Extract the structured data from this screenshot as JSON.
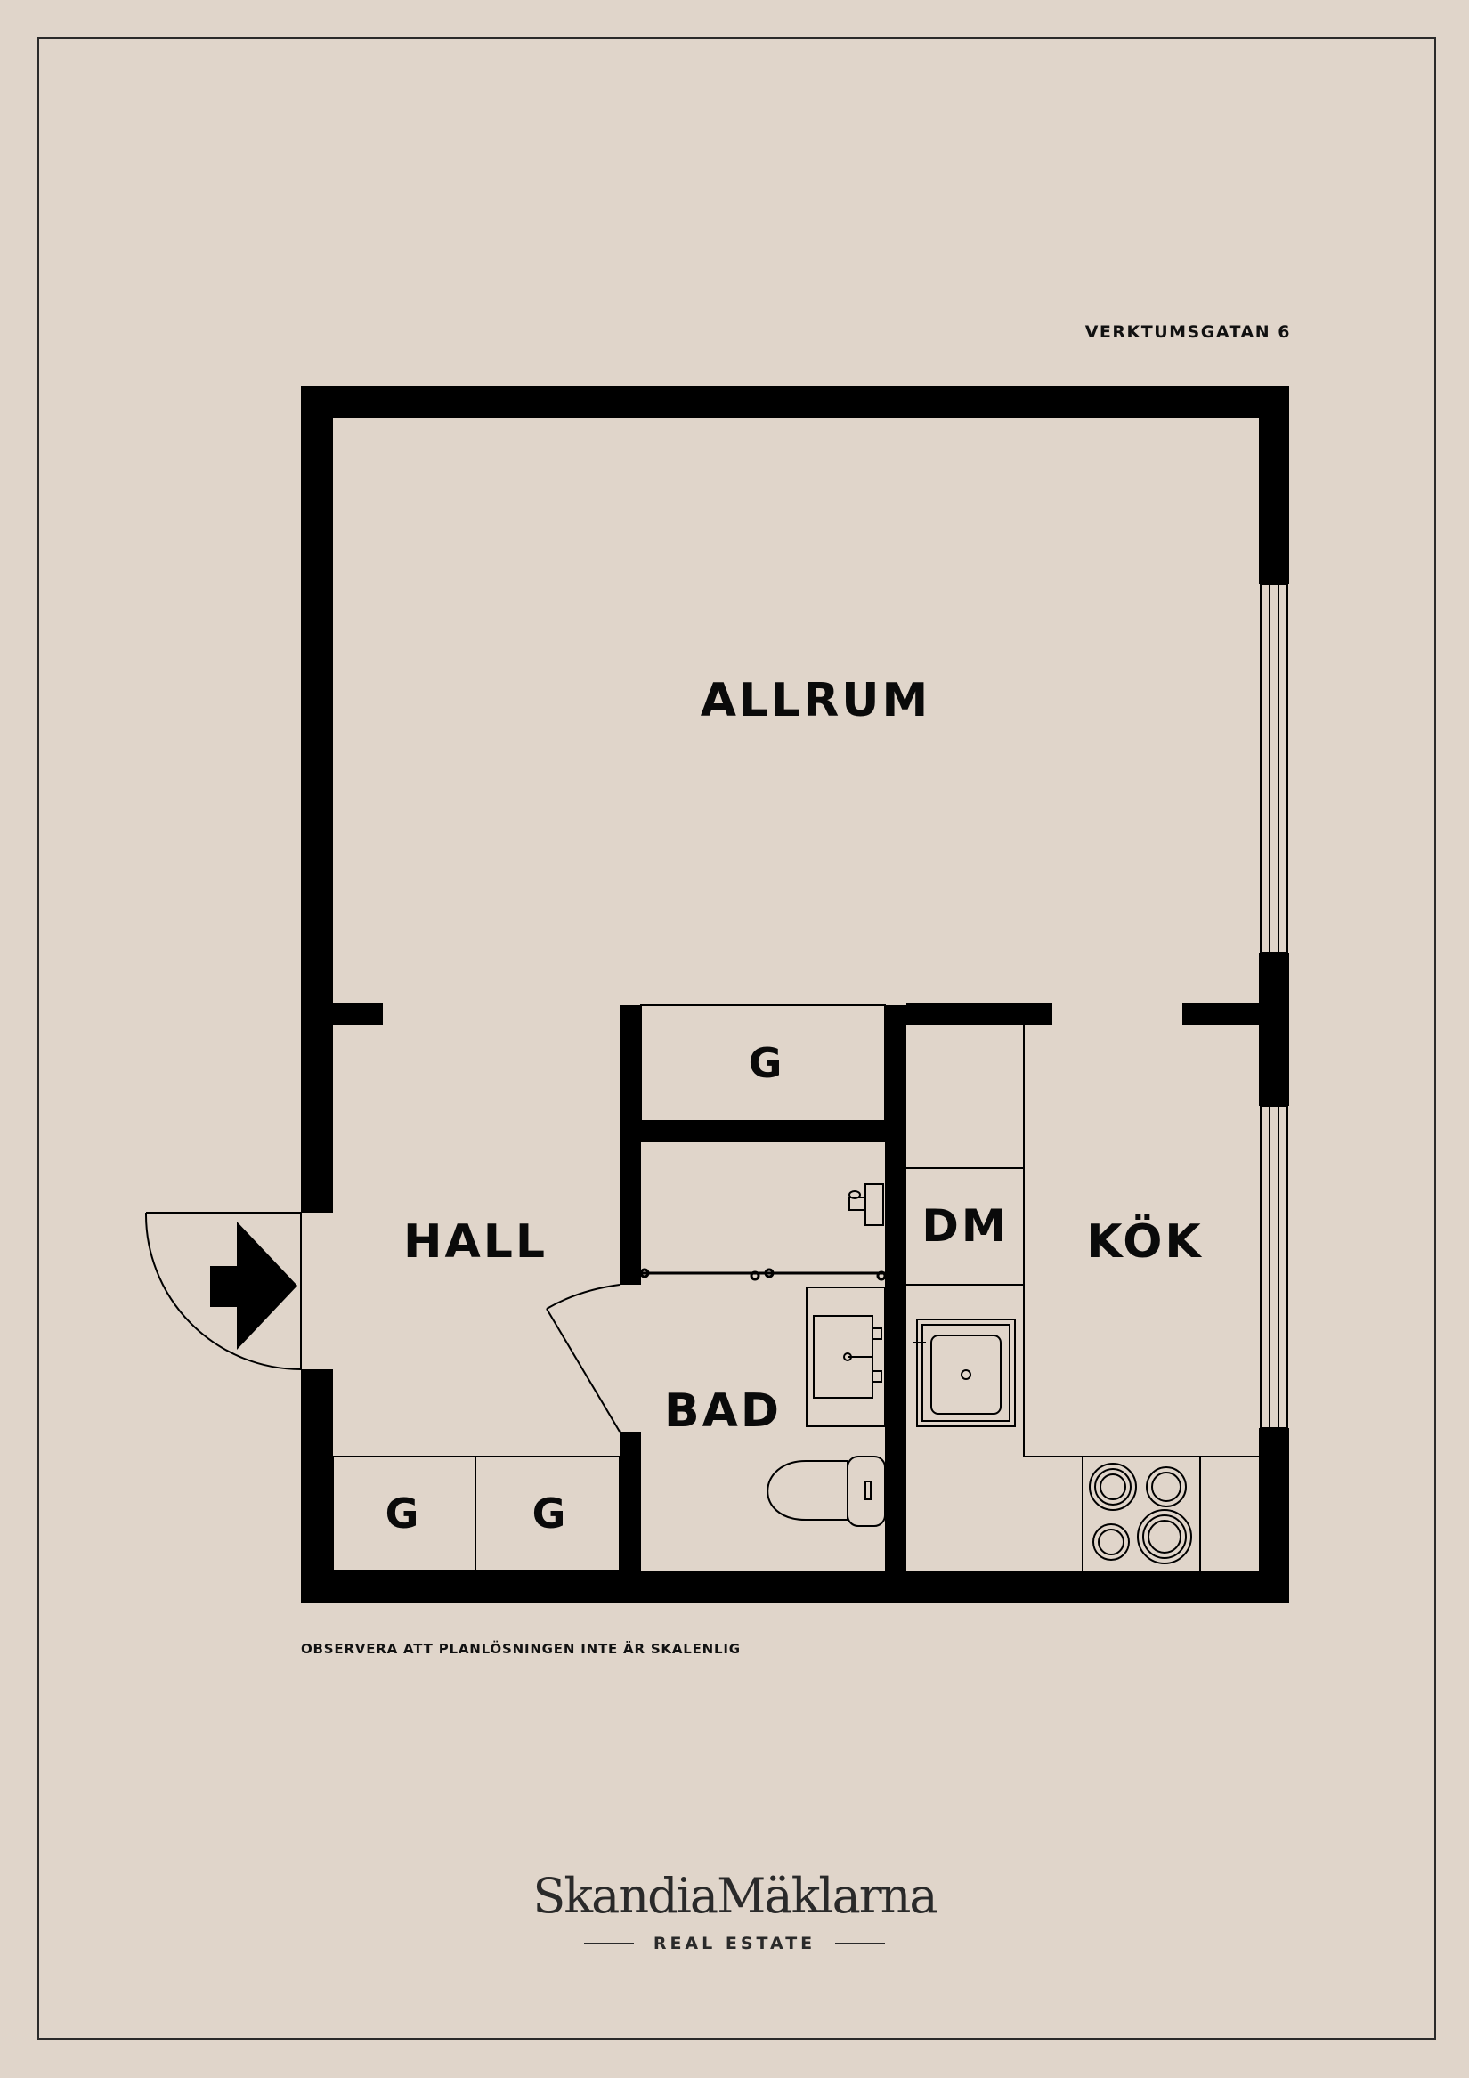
{
  "address": "VERKTUMSGATAN 6",
  "rooms": {
    "allrum": "ALLRUM",
    "hall": "HALL",
    "bad": "BAD",
    "kok": "KÖK",
    "dm": "DM",
    "g_top": "G",
    "g_left": "G",
    "g_right": "G"
  },
  "note": "OBSERVERA ATT PLANLÖSNINGEN INTE ÄR SKALENLIG",
  "brand": {
    "name": "SkandiaMäklarna",
    "tagline": "REAL ESTATE"
  },
  "colors": {
    "background": "#e0d5ca",
    "wall": "#000000",
    "ink": "#2a2a2a"
  }
}
